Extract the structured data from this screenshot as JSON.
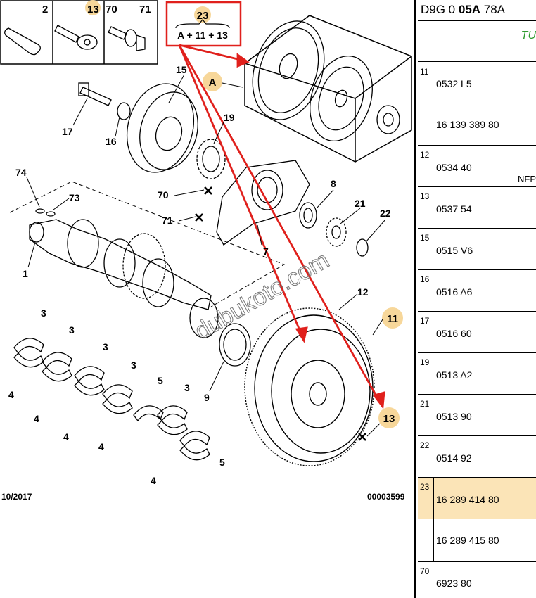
{
  "header": {
    "prefix": "D9G 0 ",
    "bold": "05A",
    "suffix": " 78A"
  },
  "subheader": "TU",
  "rows": [
    {
      "num": "11",
      "refs": [
        "0532 L5",
        "16 139 389 80"
      ],
      "extra": ""
    },
    {
      "num": "12",
      "refs": [
        "0534 40"
      ],
      "extra": "NFP"
    },
    {
      "num": "13",
      "refs": [
        "0537 54"
      ],
      "extra": ""
    },
    {
      "num": "15",
      "refs": [
        "0515 V6"
      ],
      "extra": ""
    },
    {
      "num": "16",
      "refs": [
        "0516 A6"
      ],
      "extra": ""
    },
    {
      "num": "17",
      "refs": [
        "0516 60"
      ],
      "extra": ""
    },
    {
      "num": "19",
      "refs": [
        "0513 A2"
      ],
      "extra": ""
    },
    {
      "num": "21",
      "refs": [
        "0513 90"
      ],
      "extra": ""
    },
    {
      "num": "22",
      "refs": [
        "0514 92"
      ],
      "extra": ""
    },
    {
      "num": "23",
      "refs": [
        "16 289 414 80",
        "16 289 415 80"
      ],
      "extra": "",
      "highlight": true
    },
    {
      "num": "70",
      "refs": [
        "6923 80"
      ],
      "extra": ""
    }
  ],
  "diagram": {
    "kit_callout": {
      "number": "23",
      "formula": "A + 11 + 13"
    },
    "top_boxes": [
      "2",
      "13",
      "70",
      "71"
    ],
    "labels": {
      "l15": "15",
      "l17": "17",
      "l16": "16",
      "l19": "19",
      "l74": "74",
      "l73": "73",
      "l70": "70",
      "l71": "71",
      "l8": "8",
      "l21": "21",
      "l22": "22",
      "l7": "7",
      "l1": "1",
      "l12": "12",
      "l9": "9",
      "l3a": "3",
      "l3b": "3",
      "l3c": "3",
      "l3d": "3",
      "l3e": "3",
      "l4a": "4",
      "l4b": "4",
      "l4c": "4",
      "l4d": "4",
      "l4e": "4",
      "l5a": "5",
      "l5b": "5"
    },
    "circles": {
      "A": "A",
      "c11": "11",
      "c13": "13"
    },
    "date": "10/2017",
    "ref_code": "00003599",
    "watermark": "dubukoto.com"
  },
  "colors": {
    "highlight": "#fbe4b7",
    "arrow": "#e0201c",
    "badge": "#f7d79a",
    "subheader": "#2e9a2e"
  }
}
